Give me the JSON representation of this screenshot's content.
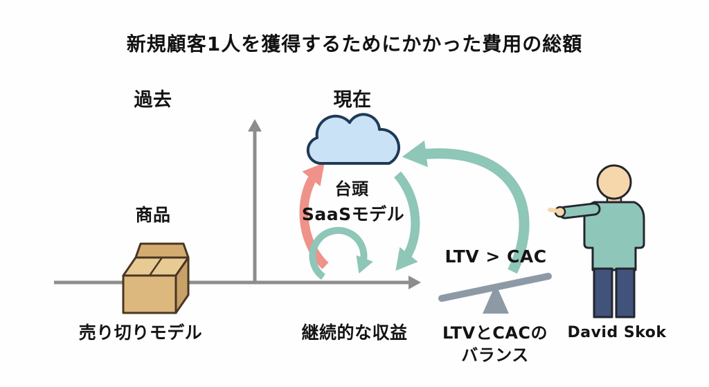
{
  "title": "新規顧客1人を獲得するためにかかった費用の総額",
  "axes": {
    "past_label": "過去",
    "present_label": "現在"
  },
  "past": {
    "product_label": "商品",
    "model_label": "売り切りモデル"
  },
  "present": {
    "rise_label": "台頭",
    "model_label": "SaaSモデル",
    "revenue_label": "継続的な収益"
  },
  "comparison": {
    "formula": "LTV > CAC",
    "balance_line1": "LTVとCACの",
    "balance_line2": "バランス"
  },
  "person": {
    "name": "David Skok"
  },
  "icons": {
    "cloud": "cloud-icon",
    "box": "package-box-icon",
    "seesaw": "balance-seesaw-icon",
    "person": "person-pointing-icon",
    "loop": "recurring-loop-arrow-icon"
  },
  "colors": {
    "teal_arrow": "#8ec6b8",
    "pink_arrow": "#ef9289",
    "axis_gray": "#8d8d8d",
    "cloud_fill": "#c9e2f6",
    "cloud_outline": "#1f3a56",
    "box_tan": "#ddb87e",
    "seesaw_gray": "#8d9aa6",
    "sweater_teal": "#8fc6ba",
    "pants_navy": "#41527b",
    "skin": "#f6d7ab",
    "text": "#141414"
  }
}
